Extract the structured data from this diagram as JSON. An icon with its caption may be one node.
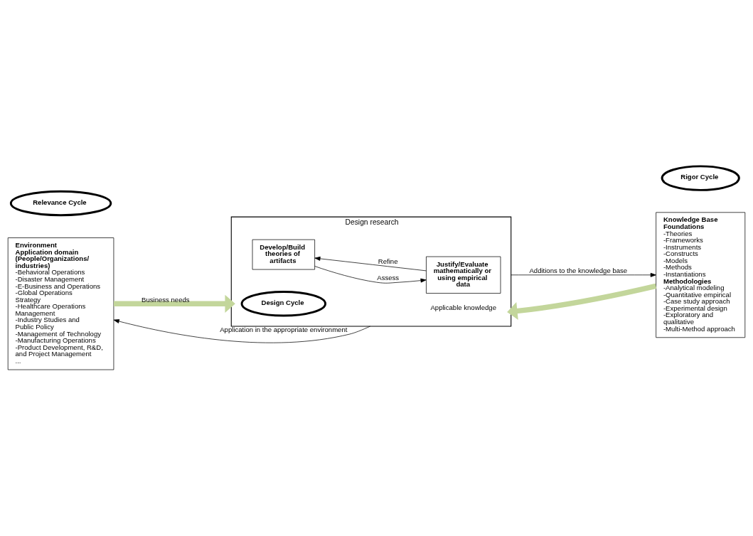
{
  "diagram": {
    "nodes": [
      {
        "text": [
          "Environment",
          "Application domain (People/Organizations/ industries)",
          "-Behavioral Operations",
          "-Disaster Management",
          "-E-Business and Operations",
          "-Global Operations Strategy",
          "-Healthcare Operations Management",
          "-Industry Studies and Public Policy",
          "-Management of Technology",
          "-Manufacturing Operations",
          "-Product Development, R&D, and Project Management",
          "..."
        ]
      },
      {
        "text": [
          "Design research"
        ]
      },
      {
        "text": [
          "Develop/Build theories of artifacts"
        ],
        "in": 1
      },
      {
        "text": [
          "Design Cycle"
        ],
        "in": 1
      },
      {
        "text": [
          "Justify/Evaluate mathematically or using empirical data"
        ],
        "in": 1
      },
      {
        "text": [
          "Knowledge Base",
          "Foundations",
          "-Theories",
          "-Frameworks",
          "-Instruments",
          "-Constructs",
          "-Models",
          "-Methods",
          "-Instantiations",
          "Methodologies",
          "-Analytical modeling",
          "-Quantitative empirical",
          "-Case study approach",
          "-Experimental design",
          "-Exploratory and qualitative",
          "-Multi-Method approach"
        ]
      },
      {
        "text": [
          "Relevance Cycle"
        ]
      },
      {
        "text": [
          "Rigor Cycle"
        ]
      }
    ],
    "edges": [
      {
        "from": 0,
        "to": 1,
        "arrow": "to",
        "label": "Business needs",
        "style": "thick",
        "color": "#c3d69b"
      },
      {
        "from": 5,
        "to": 1,
        "arrow": "to",
        "label": "Applicable knowledge",
        "style": "thick",
        "color": "#c3d69b"
      },
      {
        "from": 2,
        "to": 4,
        "arrow": "to",
        "label": "Assess"
      },
      {
        "from": 4,
        "to": 2,
        "arrow": "to",
        "label": "Refine"
      },
      {
        "from": 1,
        "to": 0,
        "arrow": "to",
        "label": "Application in the appropriate environment"
      },
      {
        "from": 1,
        "to": 5,
        "arrow": "to",
        "label": "Additions to the knowledge base"
      }
    ]
  }
}
